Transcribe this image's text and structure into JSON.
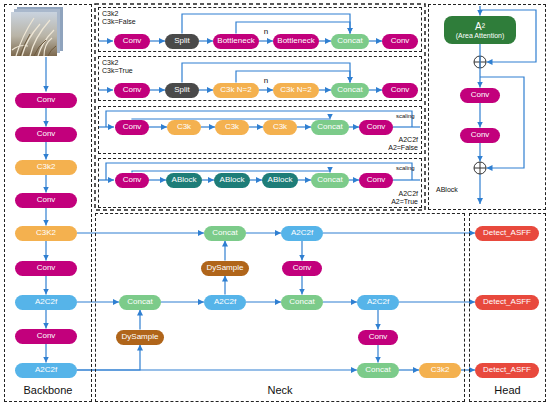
{
  "diagram": {
    "nodes": [
      {
        "text": [
          "Backbone"
        ]
      },
      {
        "text": [
          "Conv"
        ],
        "in": 0
      },
      {
        "text": [
          "Conv"
        ],
        "in": 0
      },
      {
        "text": [
          "C3k2"
        ],
        "in": 0
      },
      {
        "text": [
          "Conv"
        ],
        "in": 0
      },
      {
        "text": [
          "C3K2"
        ],
        "in": 0
      },
      {
        "text": [
          "Conv"
        ],
        "in": 0
      },
      {
        "text": [
          "A2C2f"
        ],
        "in": 0
      },
      {
        "text": [
          "Conv"
        ],
        "in": 0
      },
      {
        "text": [
          "A2C2f"
        ],
        "in": 0
      },
      {
        "text": [
          "C3k2 C3k=False"
        ]
      },
      {
        "text": [
          "Conv"
        ],
        "in": 10
      },
      {
        "text": [
          "Split"
        ],
        "in": 10
      },
      {
        "text": [
          "Bottleneck"
        ],
        "in": 10
      },
      {
        "text": [
          "Bottleneck"
        ],
        "in": 10
      },
      {
        "text": [
          "Concat"
        ],
        "in": 10
      },
      {
        "text": [
          "Conv"
        ],
        "in": 10
      },
      {
        "text": [
          "C3k2 C3k=True"
        ]
      },
      {
        "text": [
          "Conv"
        ],
        "in": 17
      },
      {
        "text": [
          "Split"
        ],
        "in": 17
      },
      {
        "text": [
          "C3k N=2"
        ],
        "in": 17
      },
      {
        "text": [
          "C3k N=2"
        ],
        "in": 17
      },
      {
        "text": [
          "Concat"
        ],
        "in": 17
      },
      {
        "text": [
          "Conv"
        ],
        "in": 17
      },
      {
        "text": [
          "A2C2f A2=False"
        ]
      },
      {
        "text": [
          "Conv"
        ],
        "in": 24
      },
      {
        "text": [
          "C3k"
        ],
        "in": 24
      },
      {
        "text": [
          "C3k"
        ],
        "in": 24
      },
      {
        "text": [
          "C3k"
        ],
        "in": 24
      },
      {
        "text": [
          "Concat"
        ],
        "in": 24
      },
      {
        "text": [
          "Conv"
        ],
        "in": 24
      },
      {
        "text": [
          "A2C2f A2=True"
        ]
      },
      {
        "text": [
          "Conv"
        ],
        "in": 31
      },
      {
        "text": [
          "ABlock"
        ],
        "in": 31
      },
      {
        "text": [
          "ABlock"
        ],
        "in": 31
      },
      {
        "text": [
          "ABlock"
        ],
        "in": 31
      },
      {
        "text": [
          "Concat"
        ],
        "in": 31
      },
      {
        "text": [
          "Conv"
        ],
        "in": 31
      },
      {
        "text": [
          "ABlock"
        ]
      },
      {
        "text": [
          "A²",
          "(Area Attention)"
        ],
        "in": 38
      },
      {
        "text": [
          "Conv"
        ],
        "in": 38
      },
      {
        "text": [
          "Conv"
        ],
        "in": 38
      },
      {
        "text": [
          "Neck"
        ]
      },
      {
        "text": [
          "Concat"
        ],
        "in": 42
      },
      {
        "text": [
          "A2C2f"
        ],
        "in": 42
      },
      {
        "text": [
          "DySample"
        ],
        "in": 42
      },
      {
        "text": [
          "Conv"
        ],
        "in": 42
      },
      {
        "text": [
          "Concat"
        ],
        "in": 42
      },
      {
        "text": [
          "A2C2f"
        ],
        "in": 42
      },
      {
        "text": [
          "Concat"
        ],
        "in": 42
      },
      {
        "text": [
          "A2C2f"
        ],
        "in": 42
      },
      {
        "text": [
          "DySample"
        ],
        "in": 42
      },
      {
        "text": [
          "Conv"
        ],
        "in": 42
      },
      {
        "text": [
          "Concat"
        ],
        "in": 42
      },
      {
        "text": [
          "C3k2"
        ],
        "in": 42
      },
      {
        "text": [
          "Head"
        ]
      },
      {
        "text": [
          "Detect_ASFF"
        ],
        "in": 55
      },
      {
        "text": [
          "Detect_ASFF"
        ],
        "in": 55
      },
      {
        "text": [
          "Detect_ASFF"
        ],
        "in": 55
      }
    ],
    "edges": [
      {
        "from": 1,
        "to": 2,
        "arrow": "to"
      },
      {
        "from": 2,
        "to": 3,
        "arrow": "to"
      },
      {
        "from": 3,
        "to": 4,
        "arrow": "to"
      },
      {
        "from": 4,
        "to": 5,
        "arrow": "to"
      },
      {
        "from": 5,
        "to": 6,
        "arrow": "to"
      },
      {
        "from": 6,
        "to": 7,
        "arrow": "to"
      },
      {
        "from": 7,
        "to": 8,
        "arrow": "to"
      },
      {
        "from": 8,
        "to": 9,
        "arrow": "to"
      },
      {
        "from": 11,
        "to": 12,
        "arrow": "to"
      },
      {
        "from": 12,
        "to": 13,
        "arrow": "to"
      },
      {
        "from": 13,
        "to": 14,
        "label": "n",
        "arrow": "to"
      },
      {
        "from": 14,
        "to": 15,
        "arrow": "to"
      },
      {
        "from": 15,
        "to": 16,
        "arrow": "to"
      },
      {
        "from": 12,
        "to": 15,
        "arrow": "to"
      },
      {
        "from": 13,
        "to": 15,
        "arrow": "to"
      },
      {
        "from": 18,
        "to": 19,
        "arrow": "to"
      },
      {
        "from": 19,
        "to": 20,
        "arrow": "to"
      },
      {
        "from": 20,
        "to": 21,
        "label": "n",
        "arrow": "to"
      },
      {
        "from": 21,
        "to": 22,
        "arrow": "to"
      },
      {
        "from": 22,
        "to": 23,
        "arrow": "to"
      },
      {
        "from": 19,
        "to": 22,
        "arrow": "to"
      },
      {
        "from": 20,
        "to": 22,
        "arrow": "to"
      },
      {
        "from": 25,
        "to": 26,
        "arrow": "to"
      },
      {
        "from": 26,
        "to": 27,
        "arrow": "to"
      },
      {
        "from": 27,
        "to": 28,
        "arrow": "to"
      },
      {
        "from": 28,
        "to": 29,
        "arrow": "to"
      },
      {
        "from": 29,
        "to": 30,
        "arrow": "to"
      },
      {
        "from": 25,
        "to": 29,
        "arrow": "to"
      },
      {
        "from": 32,
        "to": 33,
        "arrow": "to"
      },
      {
        "from": 33,
        "to": 34,
        "arrow": "to"
      },
      {
        "from": 34,
        "to": 35,
        "arrow": "to"
      },
      {
        "from": 35,
        "to": 36,
        "arrow": "to"
      },
      {
        "from": 36,
        "to": 37,
        "arrow": "to"
      },
      {
        "from": 32,
        "to": 36,
        "arrow": "to"
      },
      {
        "from": 39,
        "to": 40,
        "arrow": "to"
      },
      {
        "from": 40,
        "to": 41,
        "arrow": "to"
      },
      {
        "from": 5,
        "to": 43,
        "arrow": "to"
      },
      {
        "from": 7,
        "to": 47,
        "arrow": "to"
      },
      {
        "from": 9,
        "to": 51,
        "arrow": "to"
      },
      {
        "from": 9,
        "to": 53,
        "arrow": "to"
      },
      {
        "from": 51,
        "to": 47,
        "arrow": "to"
      },
      {
        "from": 47,
        "to": 48,
        "arrow": "to"
      },
      {
        "from": 48,
        "to": 45,
        "arrow": "to"
      },
      {
        "from": 48,
        "to": 49,
        "arrow": "to"
      },
      {
        "from": 45,
        "to": 43,
        "arrow": "to"
      },
      {
        "from": 43,
        "to": 44,
        "arrow": "to"
      },
      {
        "from": 44,
        "to": 56,
        "arrow": "to"
      },
      {
        "from": 44,
        "to": 46,
        "arrow": "to"
      },
      {
        "from": 46,
        "to": 49,
        "arrow": "to"
      },
      {
        "from": 49,
        "to": 50,
        "arrow": "to"
      },
      {
        "from": 50,
        "to": 57,
        "arrow": "to"
      },
      {
        "from": 50,
        "to": 52,
        "arrow": "to"
      },
      {
        "from": 52,
        "to": 53,
        "arrow": "to"
      },
      {
        "from": 53,
        "to": 54,
        "arrow": "to"
      },
      {
        "from": 54,
        "to": 58,
        "arrow": "to"
      }
    ],
    "labels": [
      "scaling",
      "scaling"
    ]
  }
}
